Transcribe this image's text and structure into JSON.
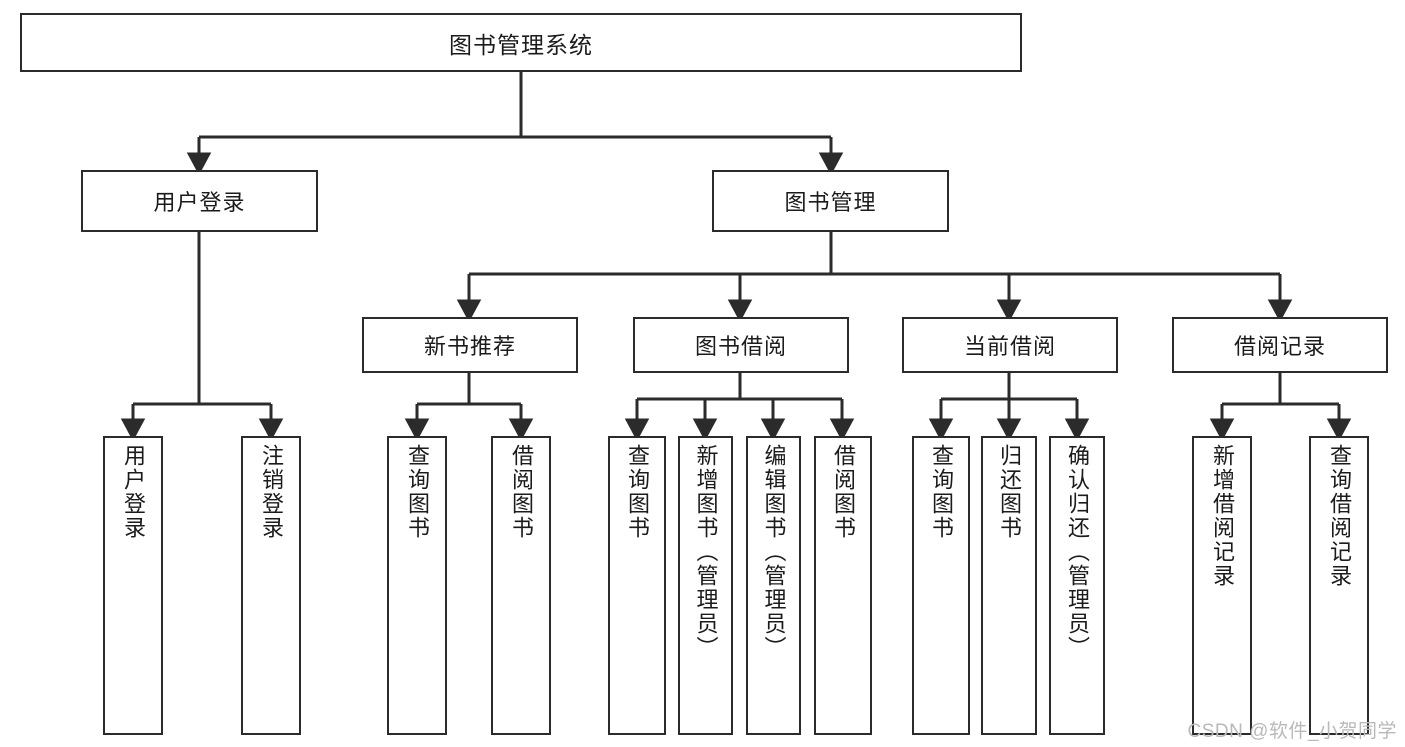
{
  "diagram": {
    "title_node": {
      "label": "图书管理系统"
    },
    "level2": [
      {
        "id": "user-login",
        "label": "用户登录"
      },
      {
        "id": "book-manage",
        "label": "图书管理"
      }
    ],
    "level3": [
      {
        "id": "new-book-recommend",
        "label": "新书推荐"
      },
      {
        "id": "book-borrow",
        "label": "图书借阅"
      },
      {
        "id": "current-borrow",
        "label": "当前借阅"
      },
      {
        "id": "borrow-record",
        "label": "借阅记录"
      }
    ],
    "leaves": {
      "user_login": [
        {
          "id": "leaf-user-login",
          "label": "用户登录"
        },
        {
          "id": "leaf-logout-login",
          "label": "注销登录"
        }
      ],
      "new_book_recommend": [
        {
          "id": "leaf-query-book-1",
          "label": "查询图书"
        },
        {
          "id": "leaf-borrow-book-1",
          "label": "借阅图书"
        }
      ],
      "book_borrow": [
        {
          "id": "leaf-query-book-2",
          "label": "查询图书"
        },
        {
          "id": "leaf-add-book-admin",
          "label": "新增图书（管理员）"
        },
        {
          "id": "leaf-edit-book-admin",
          "label": "编辑图书（管理员）"
        },
        {
          "id": "leaf-borrow-book-2",
          "label": "借阅图书"
        }
      ],
      "current_borrow": [
        {
          "id": "leaf-query-book-3",
          "label": "查询图书"
        },
        {
          "id": "leaf-return-book",
          "label": "归还图书"
        },
        {
          "id": "leaf-confirm-return-admin",
          "label": "确认归还（管理员）"
        }
      ],
      "borrow_record": [
        {
          "id": "leaf-add-borrow-record",
          "label": "新增借阅记录"
        },
        {
          "id": "leaf-query-borrow-record",
          "label": "查询借阅记录"
        }
      ]
    }
  },
  "watermark": {
    "text": "CSDN @软件_小贺同学"
  },
  "colors": {
    "border": "#2b2b2b",
    "background": "#ffffff",
    "text": "#1b1b1b",
    "connector": "#2b2b2b",
    "watermark": "#b9b9b9"
  }
}
